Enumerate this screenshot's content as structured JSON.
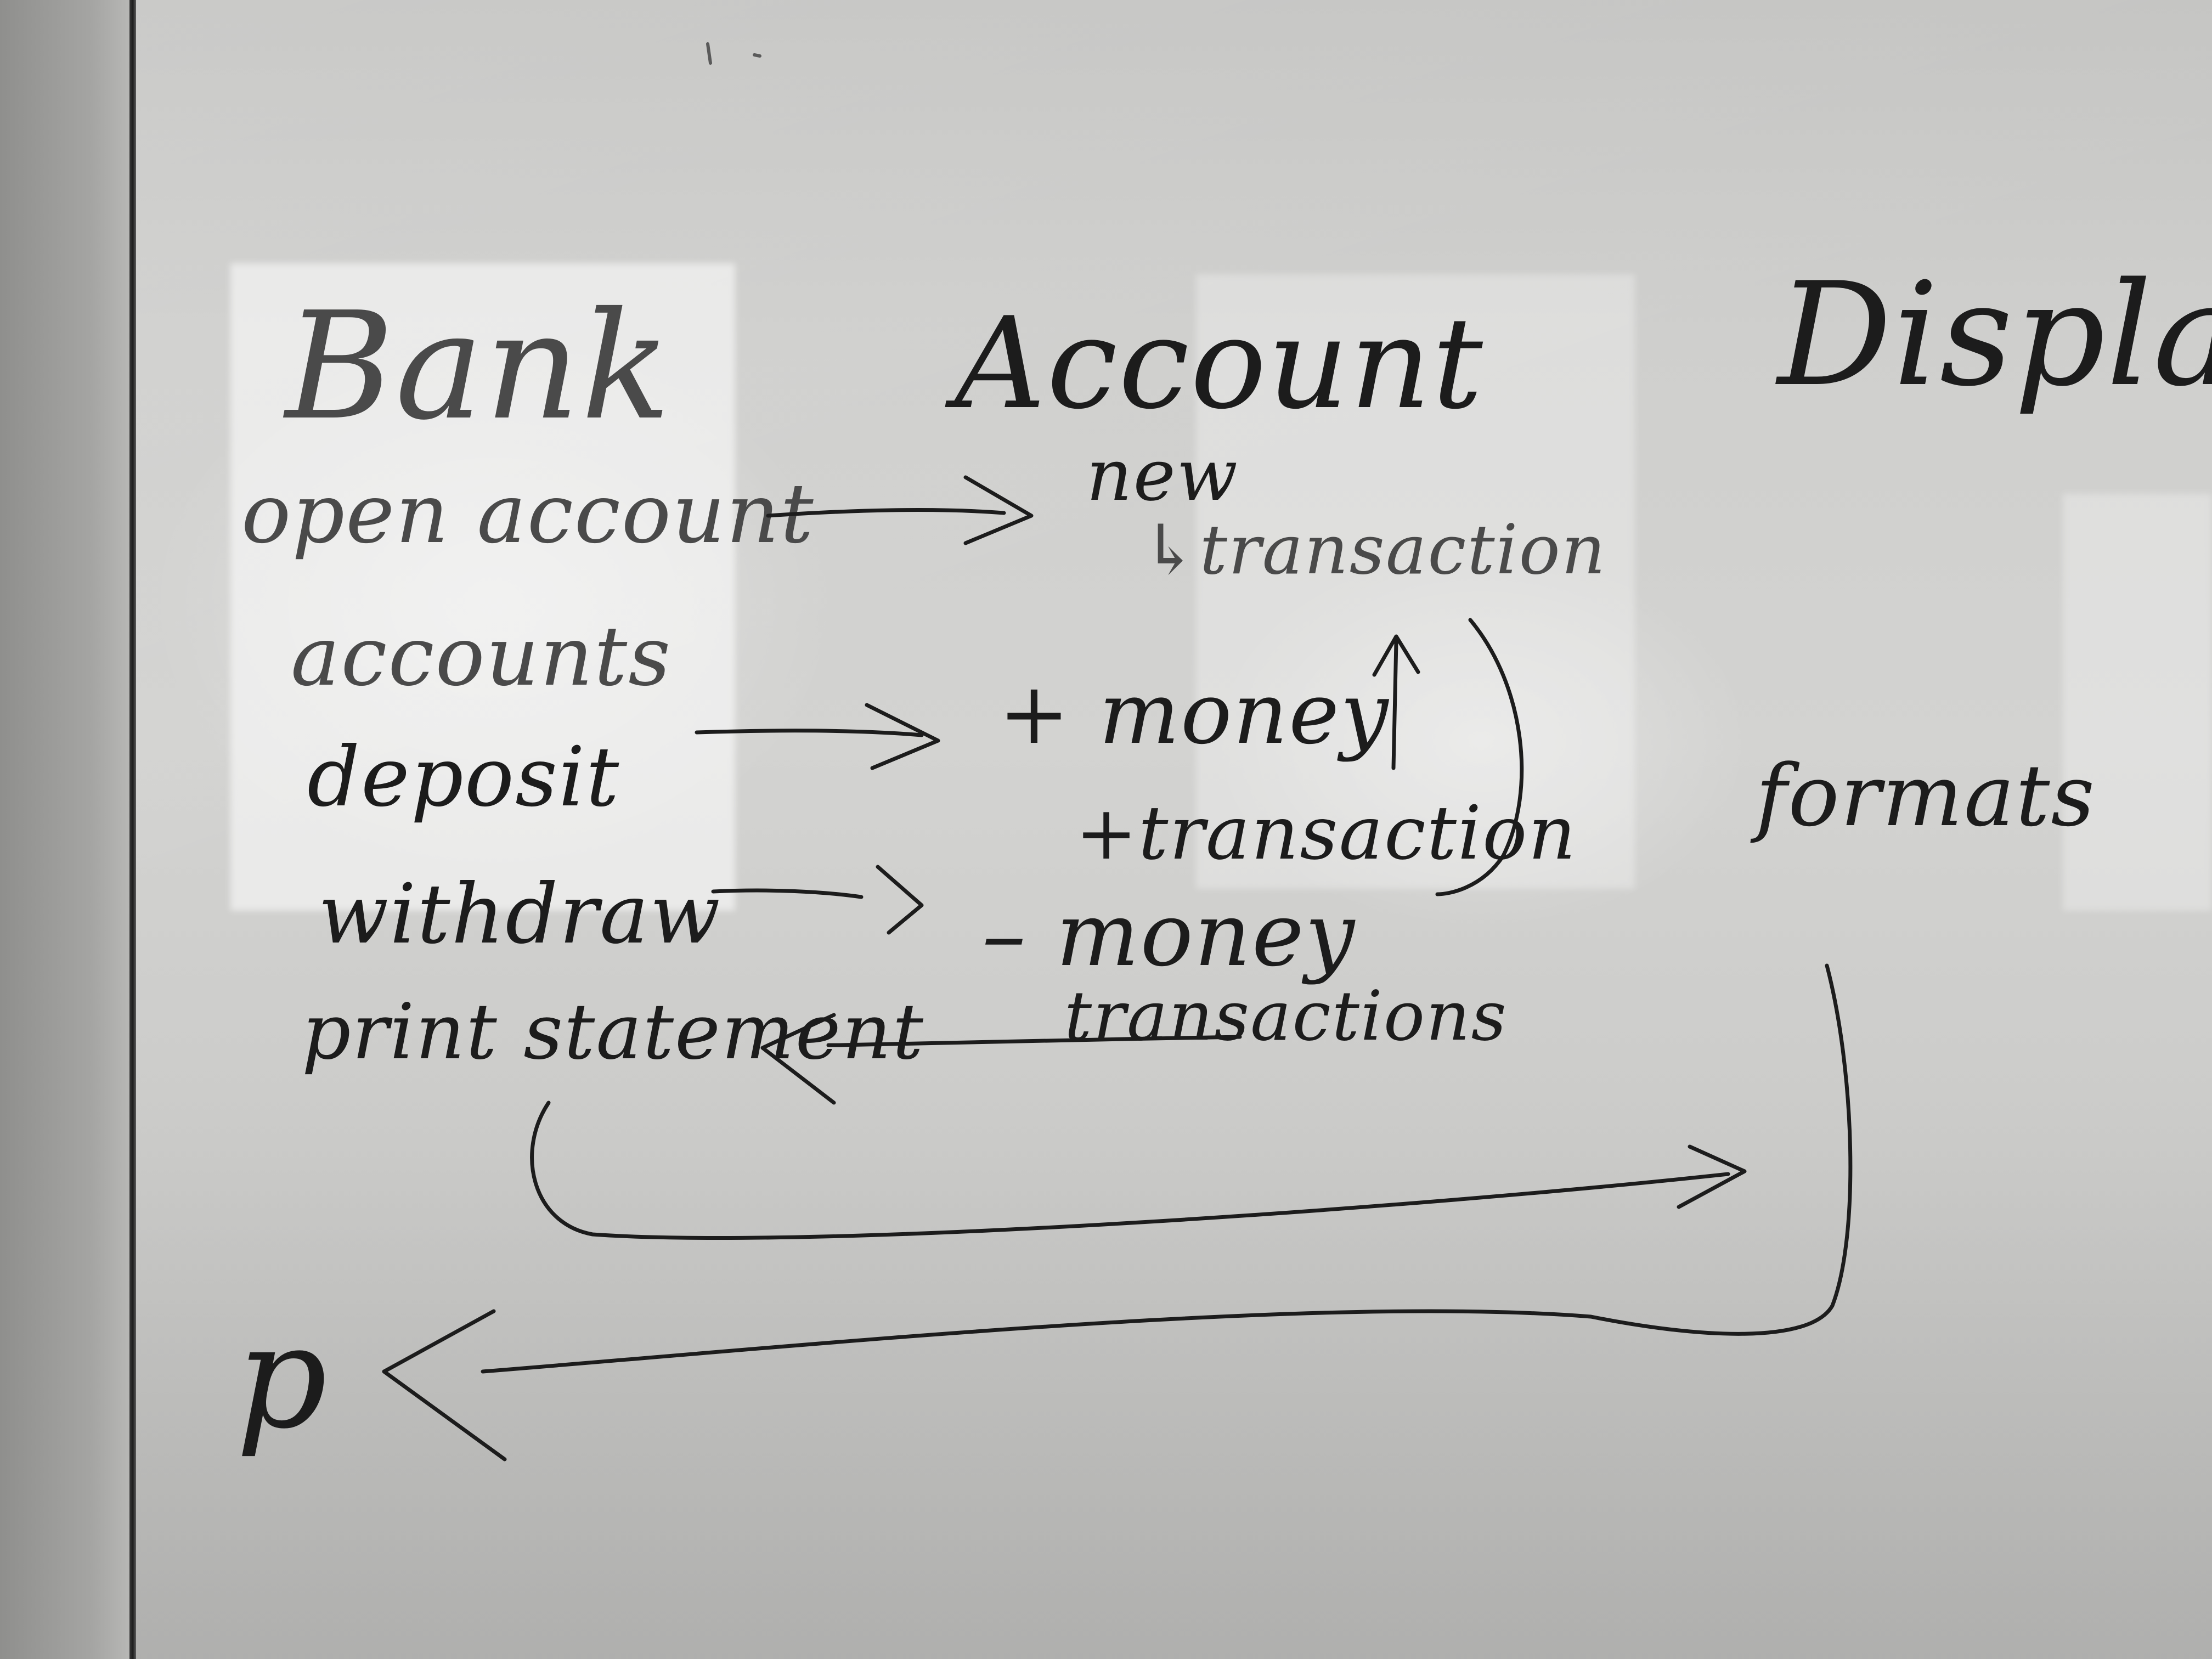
{
  "whiteboard": {
    "headings": {
      "bank": "Bank",
      "account": "Account",
      "display": "Display"
    },
    "bank_column": {
      "open_account": "open account",
      "accounts": "accounts",
      "deposit": "deposit",
      "withdraw": "withdraw",
      "print_statement": "print statement"
    },
    "account_column": {
      "new": "new",
      "new_transaction": "↳transaction",
      "plus_money": "+ money",
      "plus_transaction": "+transaction",
      "minus_money": "– money",
      "transactions": "transactions"
    },
    "display_column": {
      "formats": "formats"
    },
    "bottom_left": {
      "p_letter": "p"
    }
  },
  "colors": {
    "ink": "#1c1c1c",
    "board": "#d3d3d1",
    "frame": "#1e1e1e"
  }
}
